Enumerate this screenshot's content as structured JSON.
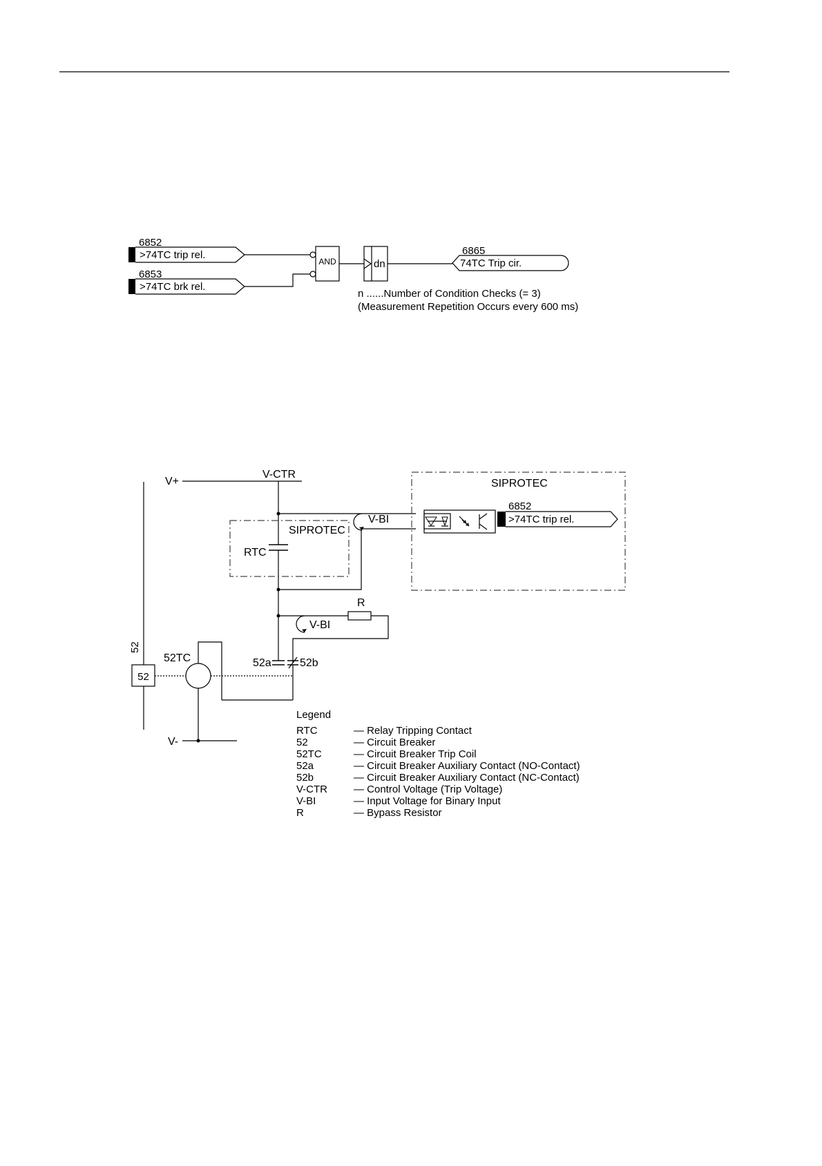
{
  "logic": {
    "input1": {
      "number": "6852",
      "label": ">74TC trip rel."
    },
    "input2": {
      "number": "6853",
      "label": ">74TC brk rel."
    },
    "gate": "AND",
    "counter": "dn",
    "output": {
      "number": "6865",
      "label": "74TC Trip cir."
    },
    "note1": "n ......Number of Condition Checks (= 3)",
    "note2": "(Measurement Repetition Occurs every 600 ms)"
  },
  "circuit": {
    "vplus": "V+",
    "vminus": "V-",
    "vctr": "V-CTR",
    "siprotec_right": "SIPROTEC",
    "siprotec_left": "SIPROTEC",
    "bi_number": "6852",
    "bi_label": ">74TC trip rel.",
    "vbi_top": "V-BI",
    "vbi_bottom": "V-BI",
    "rtc": "RTC",
    "r": "R",
    "c52_vertical": "52",
    "c52_box": "52",
    "c52tc": "52TC",
    "c52a": "52a",
    "c52b": "52b"
  },
  "legend": {
    "title": "Legend",
    "items": [
      {
        "key": "RTC",
        "desc": "— Relay Tripping Contact"
      },
      {
        "key": "52",
        "desc": "— Circuit Breaker"
      },
      {
        "key": "52TC",
        "desc": "— Circuit Breaker Trip Coil"
      },
      {
        "key": "52a",
        "desc": "— Circuit Breaker Auxiliary Contact (NO-Contact)"
      },
      {
        "key": "52b",
        "desc": "— Circuit Breaker Auxiliary Contact (NC-Contact)"
      },
      {
        "key": "V-CTR",
        "desc": "— Control Voltage (Trip Voltage)"
      },
      {
        "key": "V-BI",
        "desc": "— Input Voltage for Binary Input"
      },
      {
        "key": "R",
        "desc": "— Bypass Resistor"
      }
    ]
  }
}
